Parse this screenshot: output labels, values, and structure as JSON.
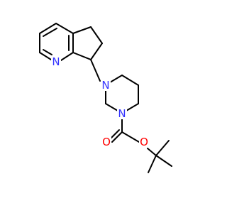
{
  "molecule": {
    "atom_labels": {
      "n_pyridine": "N",
      "n_piperazine_top": "N",
      "n_piperazine_bottom": "N",
      "o_ester": "O",
      "o_carbonyl": "O"
    }
  },
  "colors": {
    "bond": "#000000",
    "nitrogen": "#3333ff",
    "oxygen": "#ff0000",
    "background": "#ffffff"
  }
}
